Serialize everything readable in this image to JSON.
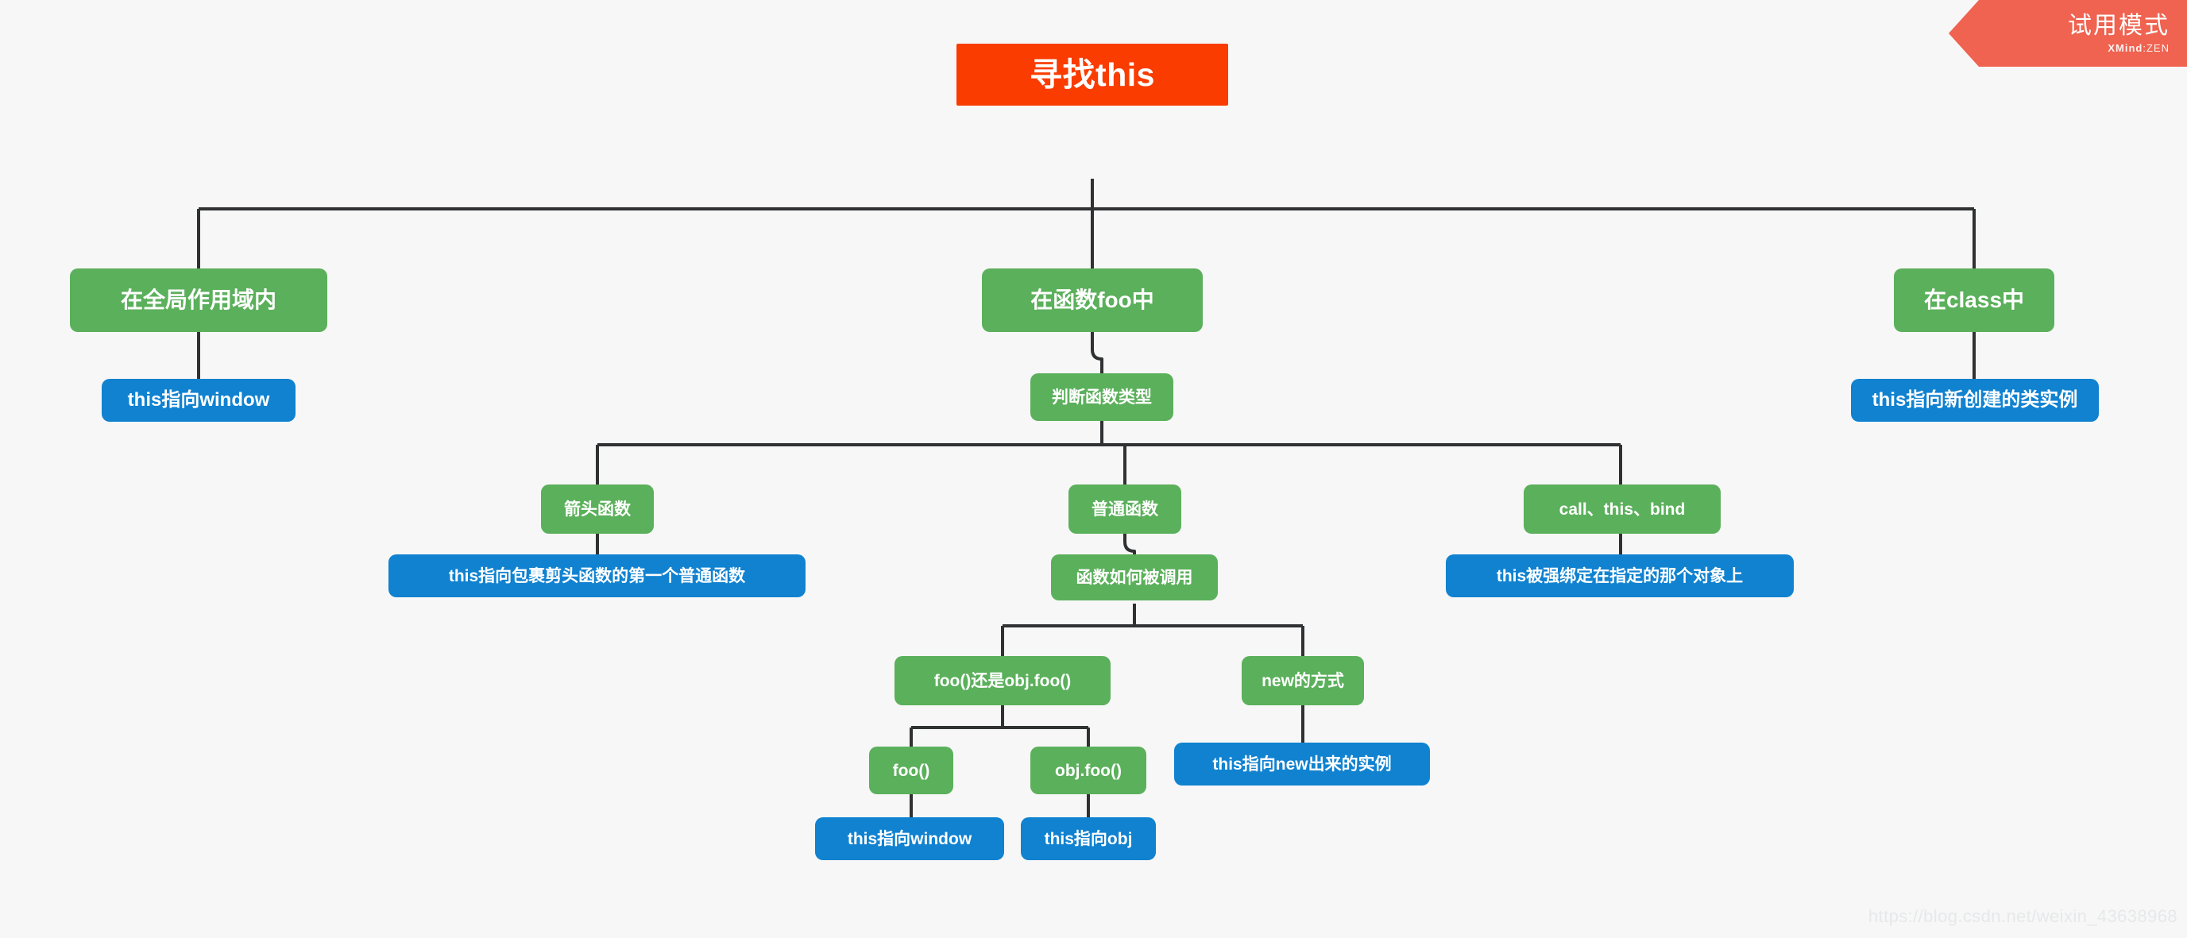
{
  "app": {
    "trial_label": "试用模式",
    "brand_bold": "XMind",
    "brand_rest": ":ZEN",
    "watermark": "https://blog.csdn.net/weixin_43638968",
    "colors": {
      "background": "#f7f7f7",
      "root": "#fa3c00",
      "topic": "#5bb05b",
      "detail": "#1082d0",
      "connector": "#2f3132",
      "ribbon": "#ef6350",
      "watermark": "#e6e8ea"
    }
  },
  "mindmap": {
    "root": {
      "label": "寻找this"
    },
    "nodes": [
      {
        "id": "n_global",
        "label": "在全局作用域内",
        "kind": "topic",
        "level": 1
      },
      {
        "id": "n_global_this",
        "label": "this指向window",
        "kind": "detail",
        "level": 2
      },
      {
        "id": "n_foo",
        "label": "在函数foo中",
        "kind": "topic",
        "level": 1
      },
      {
        "id": "n_judge",
        "label": "判断函数类型",
        "kind": "topic",
        "level": 2
      },
      {
        "id": "n_arrow",
        "label": "箭头函数",
        "kind": "topic",
        "level": 3
      },
      {
        "id": "n_arrow_this",
        "label": "this指向包裹剪头函数的第一个普通函数",
        "kind": "detail",
        "level": 4
      },
      {
        "id": "n_normal",
        "label": "普通函数",
        "kind": "topic",
        "level": 3
      },
      {
        "id": "n_howcall",
        "label": "函数如何被调用",
        "kind": "topic",
        "level": 4
      },
      {
        "id": "n_foo_or_obj",
        "label": "foo()还是obj.foo()",
        "kind": "topic",
        "level": 5
      },
      {
        "id": "n_foo_call",
        "label": "foo()",
        "kind": "topic",
        "level": 6
      },
      {
        "id": "n_foo_this",
        "label": "this指向window",
        "kind": "detail",
        "level": 7
      },
      {
        "id": "n_objfoo_call",
        "label": "obj.foo()",
        "kind": "topic",
        "level": 6
      },
      {
        "id": "n_objfoo_this",
        "label": "this指向obj",
        "kind": "detail",
        "level": 7
      },
      {
        "id": "n_new",
        "label": "new的方式",
        "kind": "topic",
        "level": 5
      },
      {
        "id": "n_new_this",
        "label": "this指向new出来的实例",
        "kind": "detail",
        "level": 6
      },
      {
        "id": "n_bind",
        "label": "call、this、bind",
        "kind": "topic",
        "level": 3
      },
      {
        "id": "n_bind_this",
        "label": "this被强绑定在指定的那个对象上",
        "kind": "detail",
        "level": 4
      },
      {
        "id": "n_class",
        "label": "在class中",
        "kind": "topic",
        "level": 1
      },
      {
        "id": "n_class_this",
        "label": "this指向新创建的类实例",
        "kind": "detail",
        "level": 2
      }
    ]
  }
}
